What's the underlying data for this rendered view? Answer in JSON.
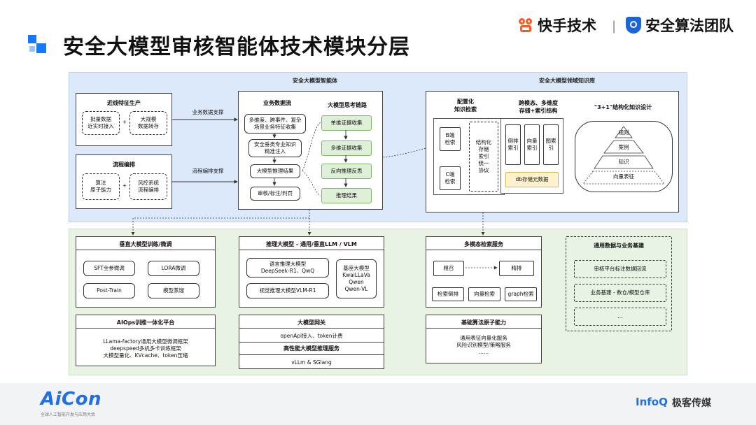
{
  "header": {
    "title": "安全大模型审核智能体技术模块分层",
    "brand_kuaishou": "快手技术",
    "brand_separator": "|",
    "brand_team": "安全算法团队"
  },
  "top": {
    "agent_label": "安全大模型智能体",
    "kb_label": "安全大模型领域知识库",
    "near_line": {
      "title": "近线特征生产",
      "left": "批量数据\n近实时接入",
      "plus": "+",
      "right": "大规模\n数据转存"
    },
    "flow": {
      "title": "流程编排",
      "left": "算法\n原子能力",
      "plus": "+",
      "right": "风控系统\n流程编排"
    },
    "edge_business": "业务数据支撑",
    "edge_flow": "流程编排支撑",
    "business_flow": {
      "title": "业务数据流",
      "items": [
        "多维度、跨事件、复杂\n场景业务特征收集",
        "安全垂类专业知识\n精准注入",
        "大模型推理结果",
        "审核/标注/判罚"
      ]
    },
    "thinking_chain": {
      "title": "大模型思考链路",
      "items": [
        "单维证据收集",
        "多维证据收集",
        "反向推理反思",
        "推理结果"
      ]
    },
    "config_retrieval": {
      "title": "配置化\n知识检索",
      "b_side": "B端\n检索",
      "c_side": "C端\n检索",
      "protocol": "结构化\n存储\n索引\n统一\n协议"
    },
    "cross_modal": {
      "title": "跨模态、多维度\n存储+索引结构",
      "indexes": [
        "倒排\n索引",
        "向量\n索引",
        "图索\n引"
      ],
      "db": "db存储元数据"
    },
    "structured_design": {
      "title": "\"3+1\"结构化知识设计",
      "layers": [
        "规则",
        "案例",
        "知识"
      ],
      "base": "向量表征"
    }
  },
  "bottom": {
    "finetune": {
      "title": "垂直大模型训练/微调",
      "items": [
        "SFT全参微调",
        "LORA微调",
        "Post-Train",
        "模型蒸馏"
      ]
    },
    "aiops": {
      "title": "AIOps训推一体化平台",
      "text": "LLama-factory通用大模型微调框架\ndeepspeed多机多卡训练框架\n大模型量化、KVcache、token压缩"
    },
    "inference": {
      "title": "推理大模型 - 通用/垂直LLM / VLM",
      "lang_model": "语言推理大模型\nDeepSeek-R1、QwQ",
      "vision_model": "视觉推理大模型VLM-R1",
      "base_model": "基座大模型\nKwaiLLaVa\nQwen\nQwen-VL"
    },
    "gateway": {
      "title": "大模型网关",
      "text": "openApi接入、token计费",
      "serving_title": "高性能大模型推理服务",
      "serving_text": "vLLm & SGlang"
    },
    "multimodal": {
      "title": "多模态检索服务",
      "coarse": "粗召",
      "fine": "精排",
      "items": [
        "检索倒排",
        "向量检索",
        "graph检索"
      ]
    },
    "basic_algo": {
      "title": "基础算法原子能力",
      "text": "通用表征向量化服务\n风险识别模型/策略服务\n......"
    },
    "general_data": {
      "title": "通用数据与业务基建",
      "items": [
        "审核平台标注数据回流",
        "业务基建 - 数仓/模型仓库",
        "..."
      ]
    }
  },
  "footer": {
    "aicon": "AiCon",
    "aicon_sub": "全球人工智能开发与应用大会",
    "infoq": "InfoQ",
    "infoq_cn": "极客传媒"
  }
}
